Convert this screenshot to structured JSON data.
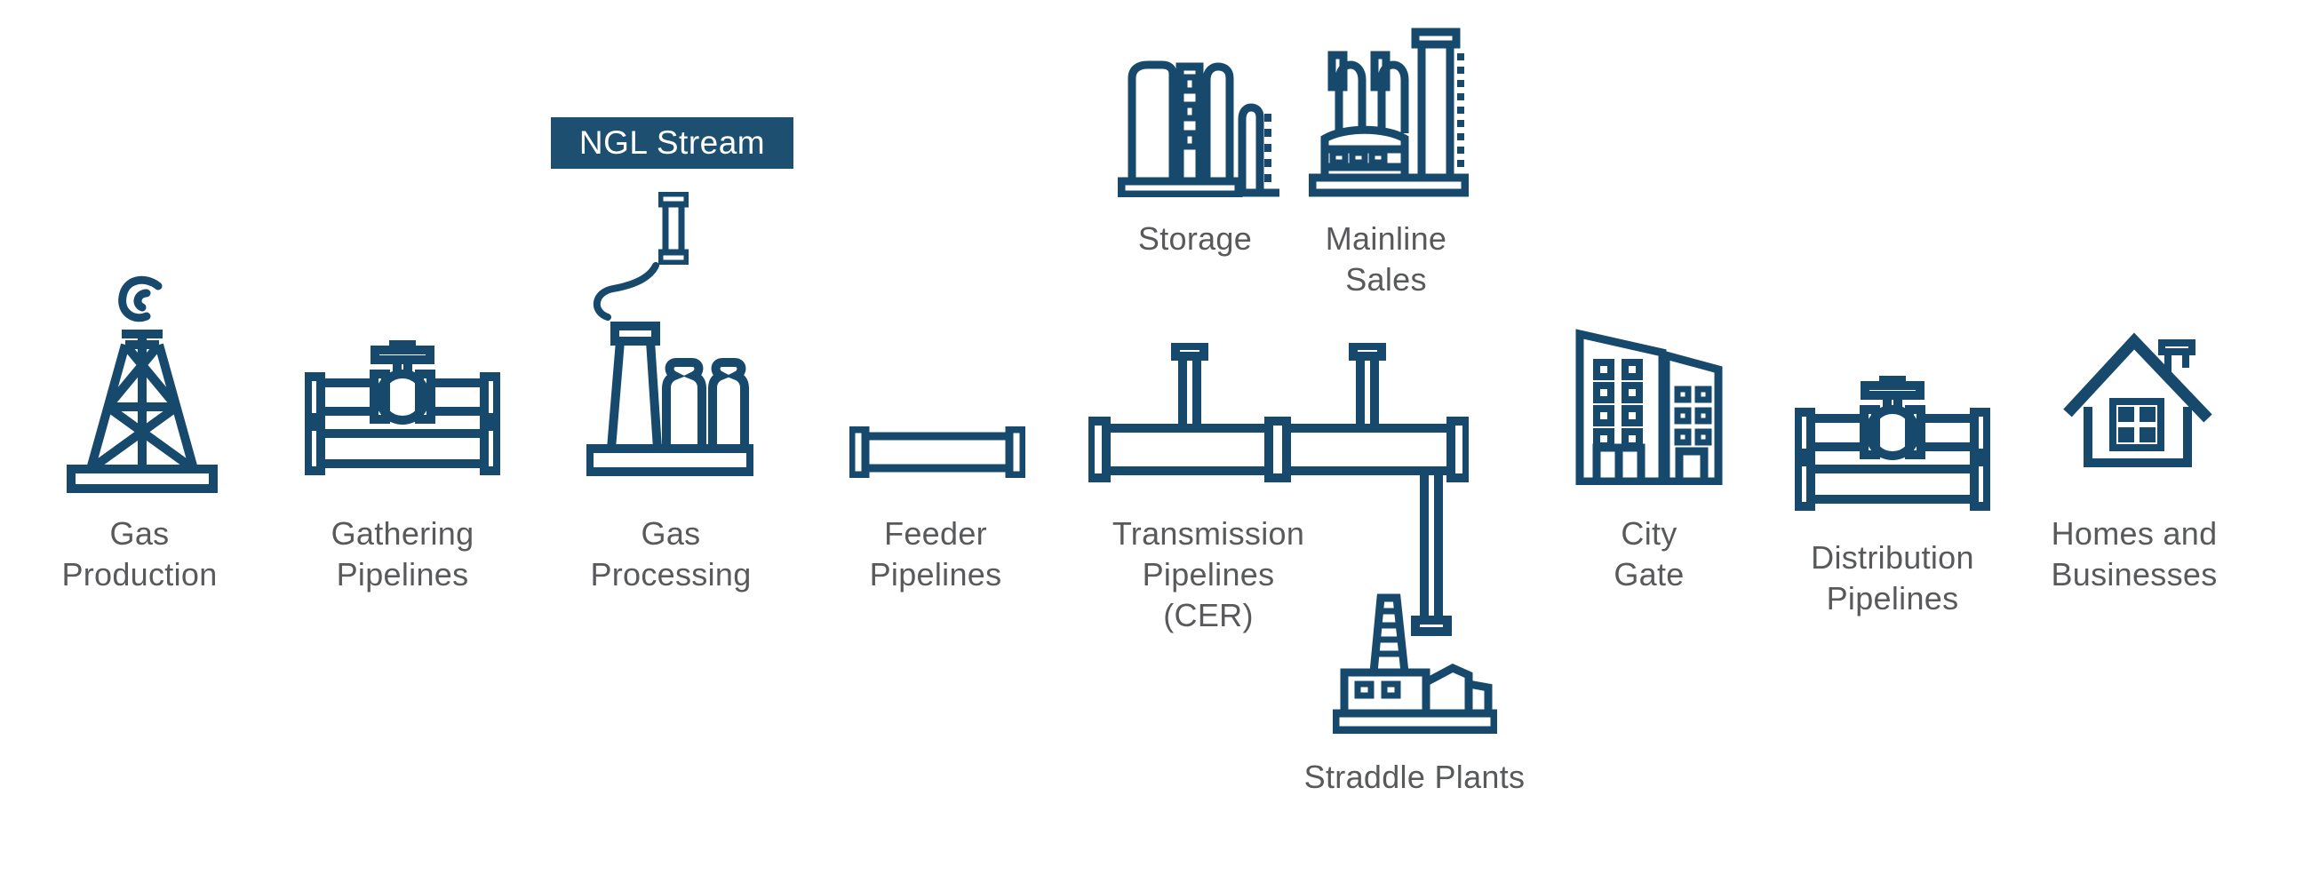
{
  "colors": {
    "bg": "#FFFFFF",
    "icon": "#17496C",
    "label": "#58595B",
    "badge_bg": "#1D4F70",
    "badge_text": "#FFFFFF"
  },
  "badge": {
    "label": "NGL Stream"
  },
  "nodes": {
    "gas_production": {
      "label_lines": [
        "Gas",
        "Production"
      ]
    },
    "gathering": {
      "label_lines": [
        "Gathering",
        "Pipelines"
      ]
    },
    "gas_processing": {
      "label_lines": [
        "Gas",
        "Processing"
      ]
    },
    "storage": {
      "label_lines": [
        "Storage"
      ]
    },
    "mainline_sales": {
      "label_lines": [
        "Mainline",
        "Sales"
      ]
    },
    "feeder": {
      "label_lines": [
        "Feeder",
        "Pipelines"
      ]
    },
    "transmission": {
      "label_lines": [
        "Transmission",
        "Pipelines",
        "(CER)"
      ]
    },
    "straddle": {
      "label_lines": [
        "Straddle Plants"
      ]
    },
    "city_gate": {
      "label_lines": [
        "City",
        "Gate"
      ]
    },
    "distribution": {
      "label_lines": [
        "Distribution",
        "Pipelines"
      ]
    },
    "homes": {
      "label_lines": [
        "Homes and",
        "Businesses"
      ]
    }
  }
}
